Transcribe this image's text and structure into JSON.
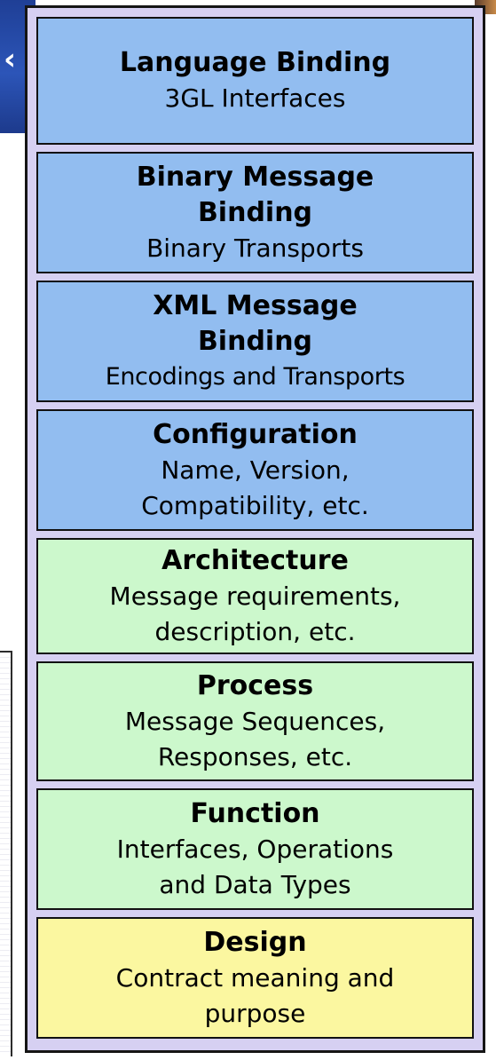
{
  "layers": [
    {
      "title_lines": [
        "Language Binding"
      ],
      "desc_lines": [
        "3GL Interfaces"
      ],
      "color": "#92bdf0"
    },
    {
      "title_lines": [
        "Binary Message",
        "Binding"
      ],
      "desc_lines": [
        "Binary Transports"
      ],
      "color": "#92bdf0"
    },
    {
      "title_lines": [
        "XML Message",
        "Binding"
      ],
      "desc_lines": [
        "Encodings and Transports"
      ],
      "color": "#92bdf0"
    },
    {
      "title_lines": [
        "Configuration"
      ],
      "desc_lines": [
        "Name, Version,",
        "Compatibility, etc."
      ],
      "color": "#92bdf0"
    },
    {
      "title_lines": [
        "Architecture"
      ],
      "desc_lines": [
        "Message requirements,",
        "description, etc."
      ],
      "color": "#ccf8cc"
    },
    {
      "title_lines": [
        "Process"
      ],
      "desc_lines": [
        "Message Sequences,",
        "Responses, etc."
      ],
      "color": "#ccf8cc"
    },
    {
      "title_lines": [
        "Function"
      ],
      "desc_lines": [
        "Interfaces, Operations",
        "and Data Types"
      ],
      "color": "#ccf8cc"
    },
    {
      "title_lines": [
        "Design"
      ],
      "desc_lines": [
        "Contract meaning and",
        "purpose"
      ],
      "color": "#fbf7a0"
    }
  ],
  "colors": {
    "frame": "#d6d0f2",
    "blue_layer": "#92bdf0",
    "green_layer": "#ccf8cc",
    "yellow_layer": "#fbf7a0"
  }
}
